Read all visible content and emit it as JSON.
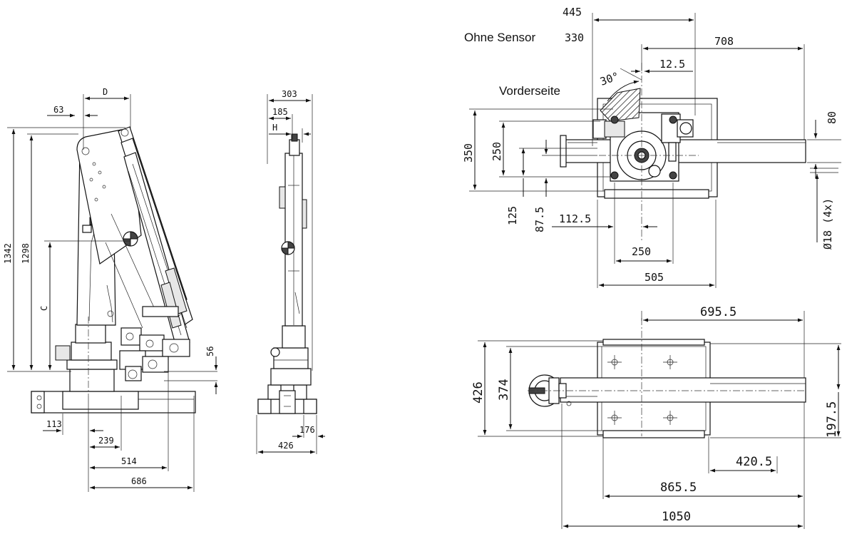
{
  "side_view": {
    "dims": {
      "d63": "63",
      "dD": "D",
      "d1342": "1342",
      "d1298": "1298",
      "dC": "C",
      "d56": "56",
      "d113": "113",
      "d239": "239",
      "d514": "514",
      "d686": "686"
    }
  },
  "front_view": {
    "dims": {
      "d303": "303",
      "d185": "185",
      "dH": "H",
      "d176": "176",
      "d426": "426"
    }
  },
  "top_view": {
    "labels": {
      "ohne_sensor": "Ohne Sensor",
      "vorderseite": "Vorderseite"
    },
    "dims": {
      "d445": "445",
      "d330": "330",
      "d708": "708",
      "d12_5": "12.5",
      "d30deg": "30°",
      "d350": "350",
      "d250v": "250",
      "d80": "80",
      "d125": "125",
      "d87_5": "87.5",
      "d112_5": "112.5",
      "d250h": "250",
      "d505": "505",
      "d18": "Ø18 (4x)"
    }
  },
  "base_view": {
    "dims": {
      "d695_5": "695.5",
      "d426": "426",
      "d374": "374",
      "d197_5": "197.5",
      "d420_5": "420.5",
      "d865_5": "865.5",
      "d1050": "1050"
    }
  }
}
